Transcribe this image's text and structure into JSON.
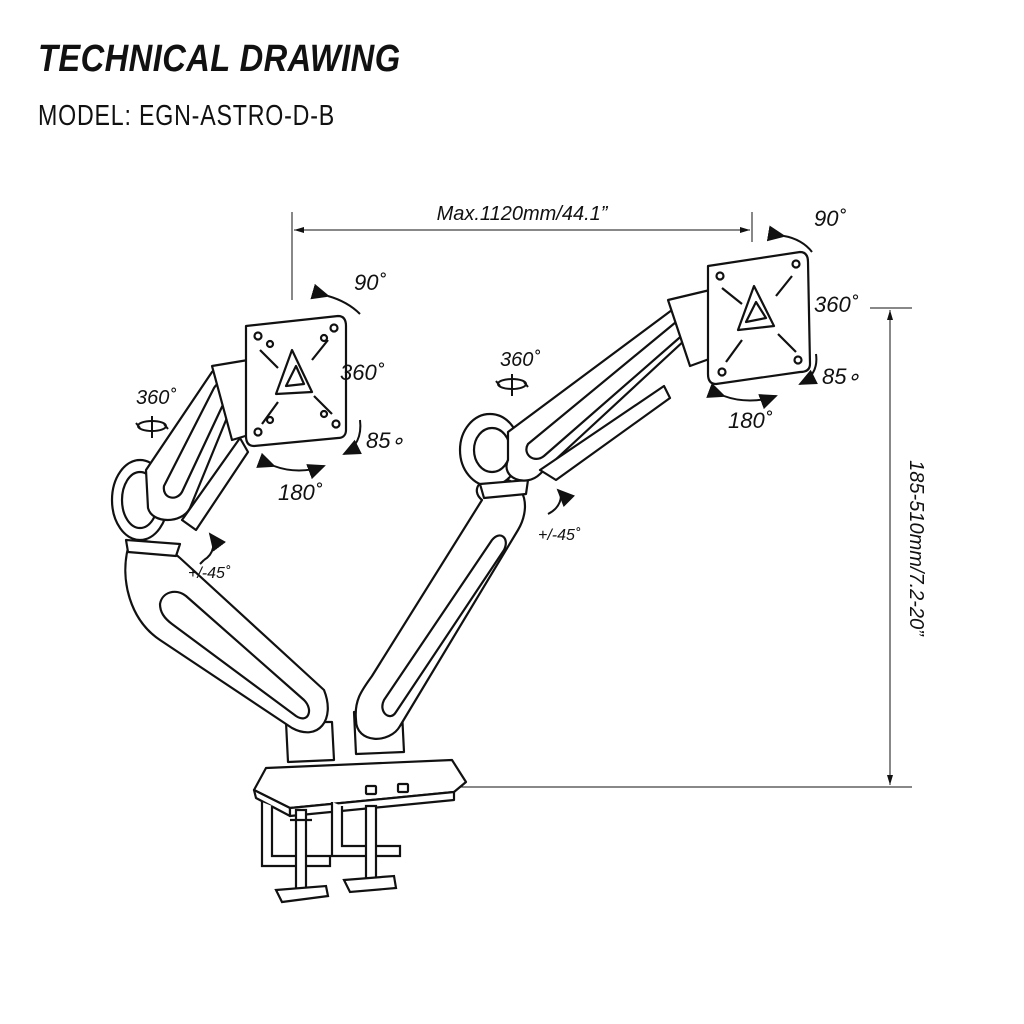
{
  "header": {
    "title": "TECHNICAL DRAWING",
    "model": "MODEL: EGN-ASTRO-D-B"
  },
  "dimensions": {
    "width": "Max.1120mm/44.1”",
    "height": "185-510mm/7.2-20”"
  },
  "left_arm": {
    "tilt": "90˚",
    "rotate": "360˚",
    "pivot": "360˚",
    "swivel_down": "85∘",
    "swivel": "180˚",
    "elbow": "+/-45˚"
  },
  "right_arm": {
    "tilt": "90˚",
    "rotate": "360˚",
    "pivot": "360˚",
    "swivel_down": "85∘",
    "swivel": "180˚",
    "elbow": "+/-45˚"
  },
  "colors": {
    "ink": "#111111",
    "background": "#ffffff"
  }
}
